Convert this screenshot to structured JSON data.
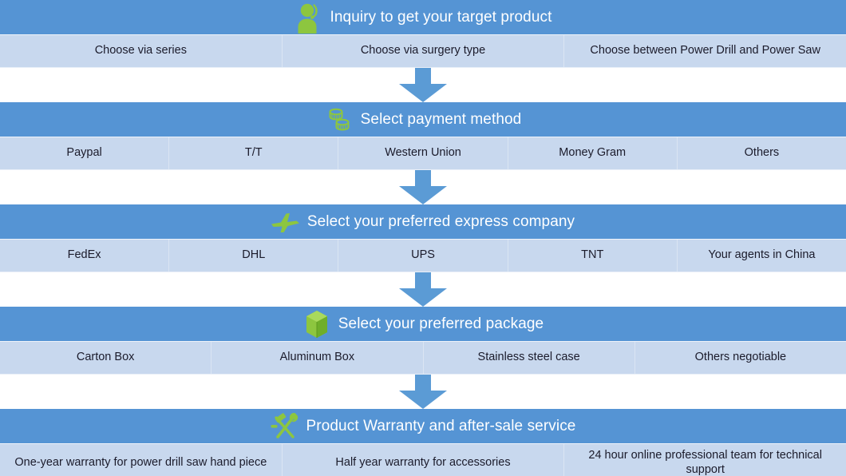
{
  "theme": {
    "header_blue": "#5594d4",
    "option_blue": "#c8d8ee",
    "icon_green": "#8dc63f",
    "arrow_blue": "#5b9bd5",
    "text_dark": "#1b1b2b",
    "text_light": "#ffffff",
    "page_background": "#ffffff"
  },
  "flow": {
    "title": "Inquiry to get your target product",
    "arrow_label": "down-arrow",
    "stages": [
      {
        "id": "inquiry",
        "title": "Inquiry to get your target product",
        "icon": "customer-service-person-icon",
        "options": [
          "Choose via series",
          "Choose via surgery type",
          "Choose  between Power Drill and Power Saw"
        ]
      },
      {
        "id": "payment",
        "title": "Select payment method",
        "icon": "coins-stack-icon",
        "options": [
          "Paypal",
          "T/T",
          "Western Union",
          "Money Gram",
          "Others"
        ]
      },
      {
        "id": "express",
        "title": "Select your preferred express company",
        "icon": "airplane-icon",
        "options": [
          "FedEx",
          "DHL",
          "UPS",
          "TNT",
          "Your agents in China"
        ]
      },
      {
        "id": "package",
        "title": "Select your preferred package",
        "icon": "package-box-icon",
        "options": [
          "Carton Box",
          "Aluminum Box",
          "Stainless steel case",
          "Others negotiable"
        ]
      },
      {
        "id": "warranty",
        "title": "Product Warranty and after-sale service",
        "icon": "hammer-wrench-tools-icon",
        "options": [
          "One-year warranty for power drill saw hand piece",
          "Half year warranty for accessories",
          "24 hour online professional team for technical support"
        ]
      }
    ]
  }
}
